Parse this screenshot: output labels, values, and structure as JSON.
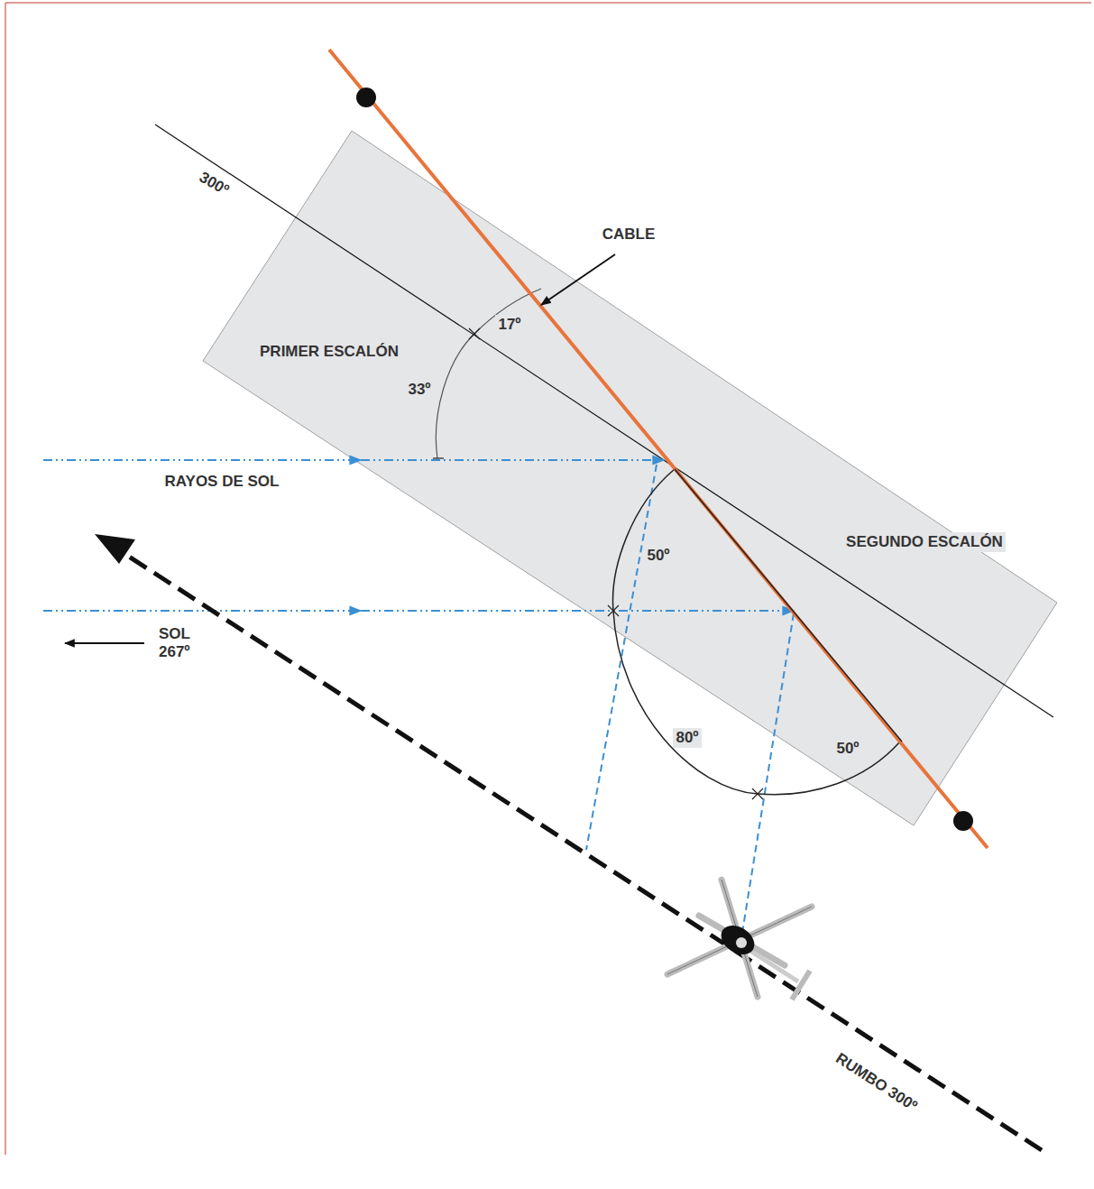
{
  "diagram": {
    "labels": [
      "300º",
      "CABLE",
      "17º",
      "PRIMER ESCALÓN",
      "33º",
      "RAYOS DE SOL",
      "50º",
      "SEGUNDO ESCALÓN",
      "SOL 267º",
      "80º",
      "50º",
      "RUMBO 300º"
    ]
  }
}
